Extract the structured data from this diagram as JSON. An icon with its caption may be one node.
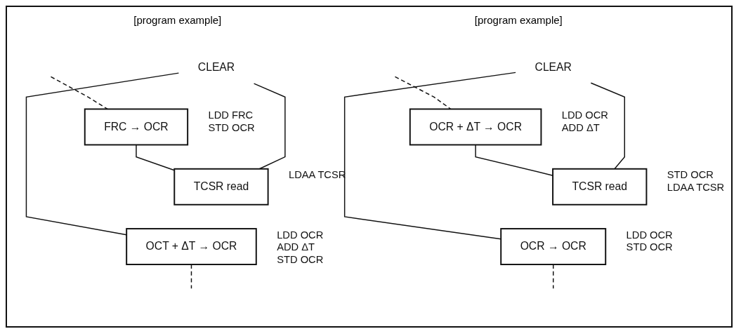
{
  "diagram": {
    "nodes": [
      {
        "text": [
          "FRC → OCR"
        ],
        "beside": [
          "LDD FRC",
          "STD OCR"
        ]
      },
      {
        "text": [
          "TCSR read"
        ],
        "beside": [
          "LDAA TCSR"
        ]
      },
      {
        "text": [
          "CLEAR"
        ]
      },
      {
        "text": [
          "OCT + ΔT → OCR"
        ],
        "beside": [
          "LDD OCR",
          "ADD ΔT",
          "STD OCR"
        ]
      },
      {
        "text": [
          "OCR + ΔT → OCR"
        ],
        "beside": [
          "LDD OCR",
          "ADD ΔT"
        ]
      },
      {
        "text": [
          "TCSR read"
        ],
        "beside": [
          "STD OCR",
          "LDAA TCSR"
        ]
      },
      {
        "text": [
          "CLEAR"
        ]
      },
      {
        "text": [
          "OCR → OCR"
        ],
        "beside": [
          "LDD OCR",
          "STD OCR"
        ]
      }
    ],
    "edges": [
      {
        "from": null,
        "to": 0,
        "arrow": "none",
        "style": "dashed"
      },
      {
        "from": 0,
        "to": 1,
        "arrow": "none"
      },
      {
        "from": 2,
        "to": 1,
        "arrow": "none"
      },
      {
        "from": 2,
        "to": 3,
        "arrow": "none"
      },
      {
        "from": 3,
        "to": null,
        "arrow": "none",
        "style": "dashed"
      },
      {
        "from": null,
        "to": 4,
        "arrow": "none",
        "style": "dashed"
      },
      {
        "from": 4,
        "to": 5,
        "arrow": "none"
      },
      {
        "from": 6,
        "to": 5,
        "arrow": "none"
      },
      {
        "from": 6,
        "to": 7,
        "arrow": "none"
      },
      {
        "from": 7,
        "to": null,
        "arrow": "none",
        "style": "dashed"
      }
    ],
    "labels": [
      "[program example]",
      "[program example]"
    ]
  }
}
